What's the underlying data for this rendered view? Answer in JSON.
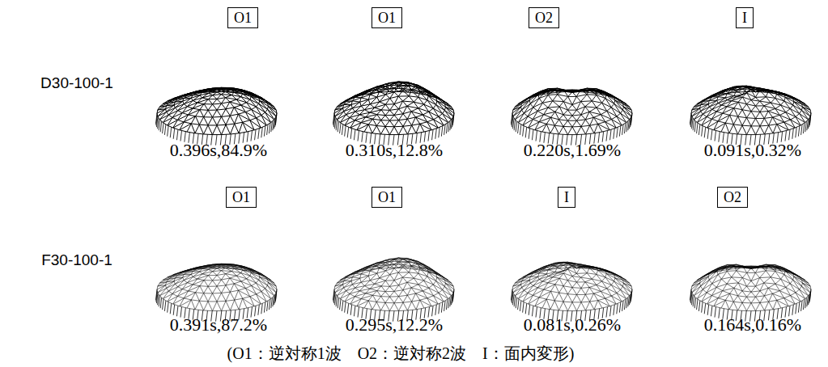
{
  "diagram": {
    "caption": "(O1：逆対称1波　O2：逆対称2波　I：面内変形)",
    "nodes": [
      {
        "text": [
          "O1"
        ]
      },
      {
        "text": [
          "O1"
        ]
      },
      {
        "text": [
          "O2"
        ]
      },
      {
        "text": [
          "I"
        ]
      },
      {
        "text": [
          "O1"
        ]
      },
      {
        "text": [
          "O1"
        ]
      },
      {
        "text": [
          "I"
        ]
      },
      {
        "text": [
          "O2"
        ]
      }
    ],
    "labels": [
      "D30-100-1",
      "0.396s,84.9%",
      "0.310s,12.8%",
      "0.220s,1.69%",
      "0.091s,0.32%",
      "F30-100-1",
      "0.391s,87.2%",
      "0.295s,12.2%",
      "0.081s,0.26%",
      "0.164s,0.16%"
    ]
  }
}
